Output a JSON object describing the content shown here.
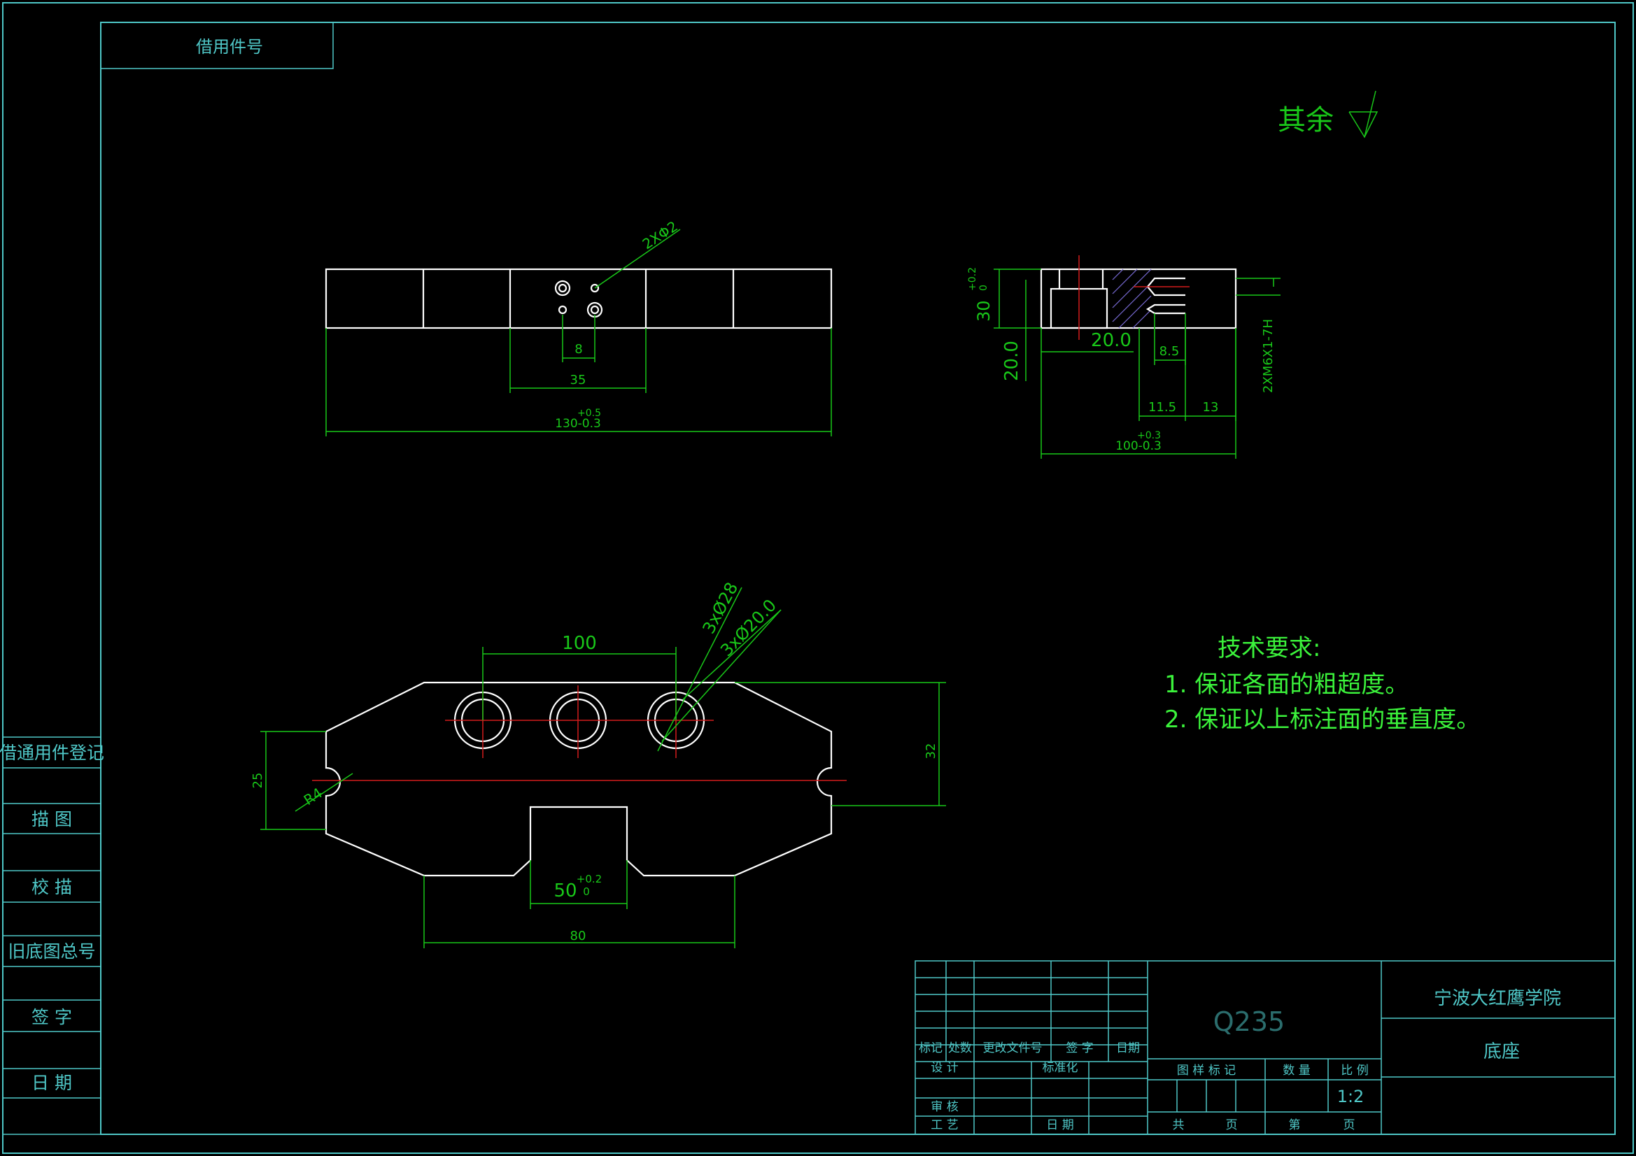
{
  "frame": {
    "top_left_label": "借用件号",
    "roughness_note": "其余"
  },
  "left_strip": {
    "items": [
      "借通用件登记",
      "描 图",
      "校 描",
      "旧底图总号",
      "签 字",
      "日 期"
    ]
  },
  "top_view": {
    "hole_label": "2XΦ2",
    "dim_8": "8",
    "dim_35": "35",
    "dim_tol_upper": "+0.5",
    "dim_130": "130-0.3"
  },
  "side_view": {
    "dim_30": "30",
    "dim_30_tol_upper": "+0.2",
    "dim_30_tol_lower": "0",
    "dim_20_left": "20.0",
    "dim_20_mid": "20.0",
    "dim_8_5": "8.5",
    "thread_label": "2XM6X1-7H",
    "dim_11_5": "11.5",
    "dim_13": "13",
    "dim_tol_upper": "+0.3",
    "dim_100": "100-0.3"
  },
  "front_view": {
    "dim_100": "100",
    "hole_label_1": "3xØ28",
    "hole_label_2": "3xØ20.0",
    "dim_32": "32",
    "dim_25": "25",
    "radius_label": "R4",
    "dim_50": "50",
    "dim_50_tol_upper": "+0.2",
    "dim_50_tol_lower": "0",
    "dim_80": "80"
  },
  "tech_requirements": {
    "title": "技术要求:",
    "items": [
      "1. 保证各面的粗超度。",
      "2. 保证以上标注面的垂直度。"
    ]
  },
  "title_block": {
    "material": "Q235",
    "school": "宁波大红鹰学院",
    "part_name": "底座",
    "header_row": [
      "标记",
      "处数",
      "更改文件号",
      "签 字",
      "日期"
    ],
    "design": "设 计",
    "standardization": "标准化",
    "review": "审 核",
    "process": "工 艺",
    "date": "日 期",
    "drawing_mark": "图 样 标 记",
    "quantity": "数 量",
    "scale_label": "比 例",
    "scale": "1:2",
    "total": "共",
    "sheet_unit_1": "页",
    "sheet_no": "第",
    "sheet_unit_2": "页"
  },
  "colors": {
    "frame": "#4fc7c7",
    "part_outline": "#ffffff",
    "dimension": "#19c819",
    "centerline": "#d21c1c",
    "hatch": "#7a6cd8"
  }
}
